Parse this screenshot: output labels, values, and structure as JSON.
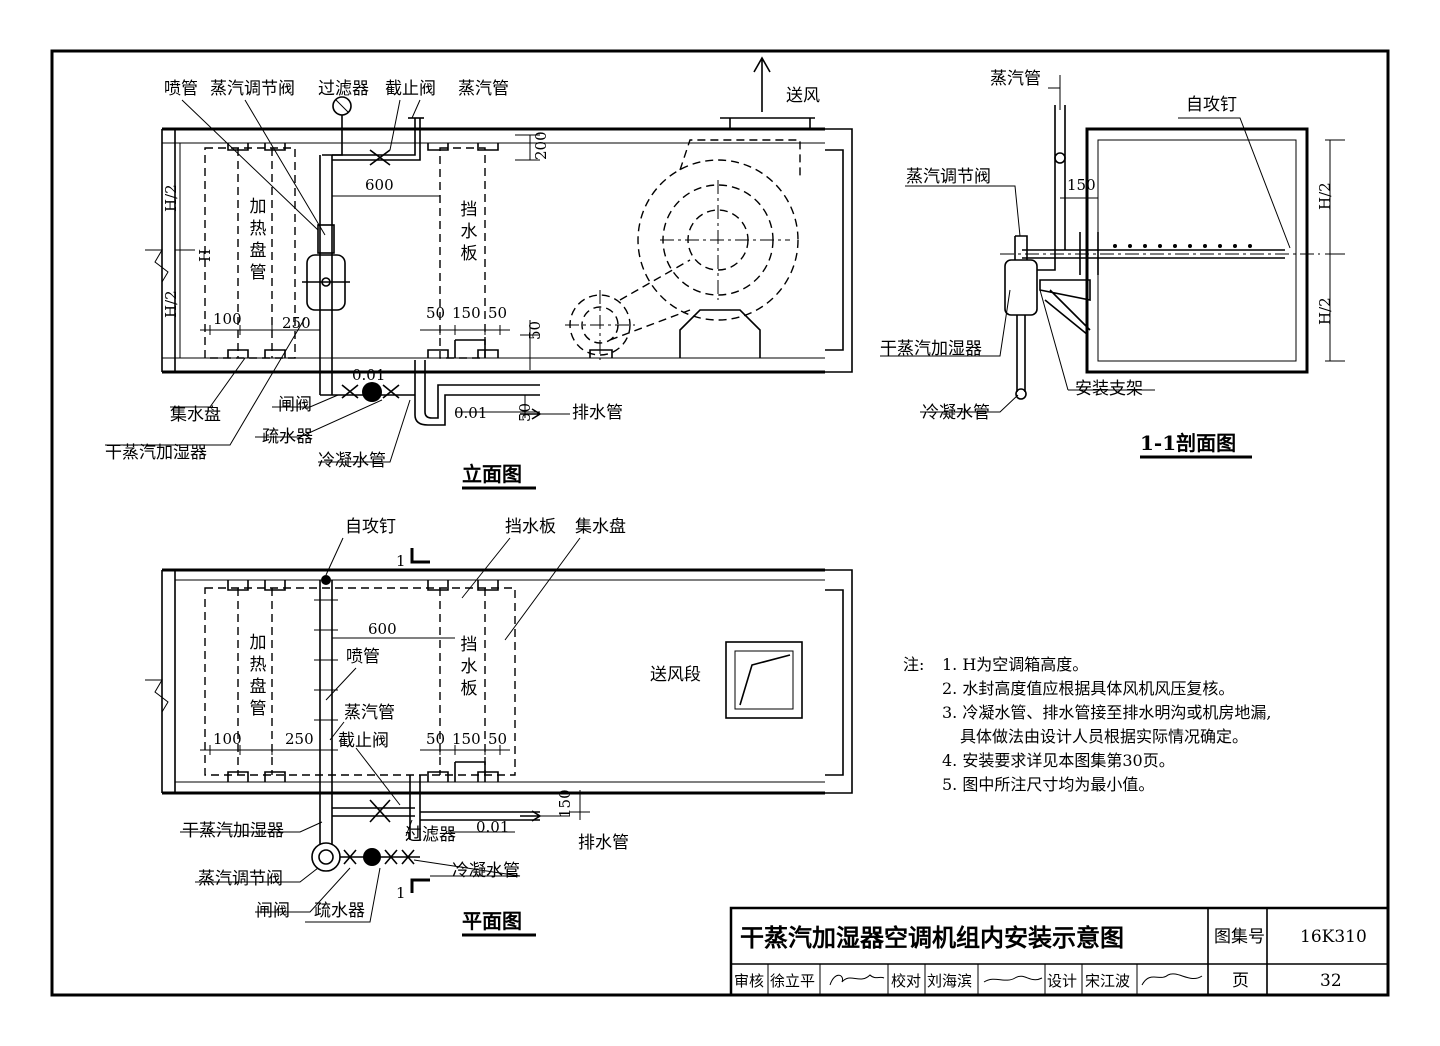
{
  "elevation": {
    "title": "立面图",
    "labels": {
      "spray_pipe": "喷管",
      "steam_valve": "蒸汽调节阀",
      "filter": "过滤器",
      "stop_valve": "截止阀",
      "steam_pipe": "蒸汽管",
      "supply_air": "送风",
      "heating_coil": "加热盘管",
      "baffle": "挡水板",
      "drip_tray": "集水盘",
      "humidifier": "干蒸汽加湿器",
      "gate_valve": "闸阀",
      "trap": "疏水器",
      "condensate_pipe": "冷凝水管",
      "drain_pipe": "排水管"
    },
    "dims": {
      "h_half_top": "H/2",
      "h": "H",
      "h_half_bottom": "H/2",
      "d100": "100",
      "d250": "250",
      "d600": "600",
      "d200": "200",
      "d50a": "50",
      "d150": "150",
      "d50b": "50",
      "d50c": "50",
      "d50d": "50",
      "slope1": "0.01",
      "slope2": "0.01"
    }
  },
  "section": {
    "title": "1-1剖面图",
    "labels": {
      "steam_pipe": "蒸汽管",
      "self_tapping_screw": "自攻钉",
      "steam_valve": "蒸汽调节阀",
      "humidifier": "干蒸汽加湿器",
      "bracket": "安装支架",
      "condensate_pipe": "冷凝水管"
    },
    "dims": {
      "d150": "150",
      "h_half_top": "H/2",
      "h_half_bottom": "H/2"
    }
  },
  "plan": {
    "title": "平面图",
    "labels": {
      "self_tapping_screw": "自攻钉",
      "baffle_top": "挡水板",
      "drip_tray_top": "集水盘",
      "heating_coil": "加热盘管",
      "baffle": "挡水板",
      "spray_pipe": "喷管",
      "steam_pipe": "蒸汽管",
      "stop_valve": "截止阀",
      "supply_section": "送风段",
      "humidifier": "干蒸汽加湿器",
      "steam_valve": "蒸汽调节阀",
      "gate_valve": "闸阀",
      "trap": "疏水器",
      "filter": "过滤器",
      "condensate_pipe": "冷凝水管",
      "drain_pipe": "排水管",
      "section_mark": "1"
    },
    "dims": {
      "d600": "600",
      "d100": "100",
      "d250": "250",
      "d50a": "50",
      "d150": "150",
      "d50b": "50",
      "d150v": "150",
      "slope": "0.01"
    }
  },
  "notes": {
    "prefix": "注:",
    "items": [
      "1. H为空调箱高度。",
      "2. 水封高度值应根据具体风机风压复核。",
      "3. 冷凝水管、排水管接至排水明沟或机房地漏,",
      "具体做法由设计人员根据实际情况确定。",
      "4. 安装要求详见本图集第30页。",
      "5. 图中所注尺寸均为最小值。"
    ]
  },
  "title_block": {
    "drawing_title": "干蒸汽加湿器空调机组内安装示意图",
    "atlas_label": "图集号",
    "atlas_no": "16K310",
    "review_label": "审核",
    "reviewer": "徐立平",
    "check_label": "校对",
    "checker": "刘海滨",
    "design_label": "设计",
    "designer": "宋江波",
    "page_label": "页",
    "page_no": "32"
  }
}
